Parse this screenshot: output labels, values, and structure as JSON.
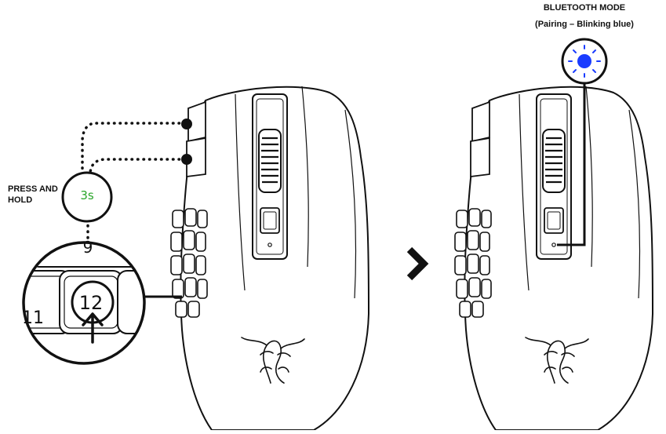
{
  "labels": {
    "press_and_hold": "PRESS AND HOLD",
    "hold_time": "3s",
    "bluetooth_mode": "BLUETOOTH MODE",
    "bluetooth_status": "(Pairing – Blinking blue)"
  },
  "zoom_keys": {
    "top": "9",
    "left": "11",
    "pressed": "12"
  },
  "colors": {
    "hold_time": "#2aa52a",
    "bluetooth_led": "#1a3cff",
    "line": "#111111"
  },
  "icons": {
    "arrow": "chevron-right-icon",
    "logo": "razer-snake-logo",
    "led": "blue-led-icon"
  }
}
